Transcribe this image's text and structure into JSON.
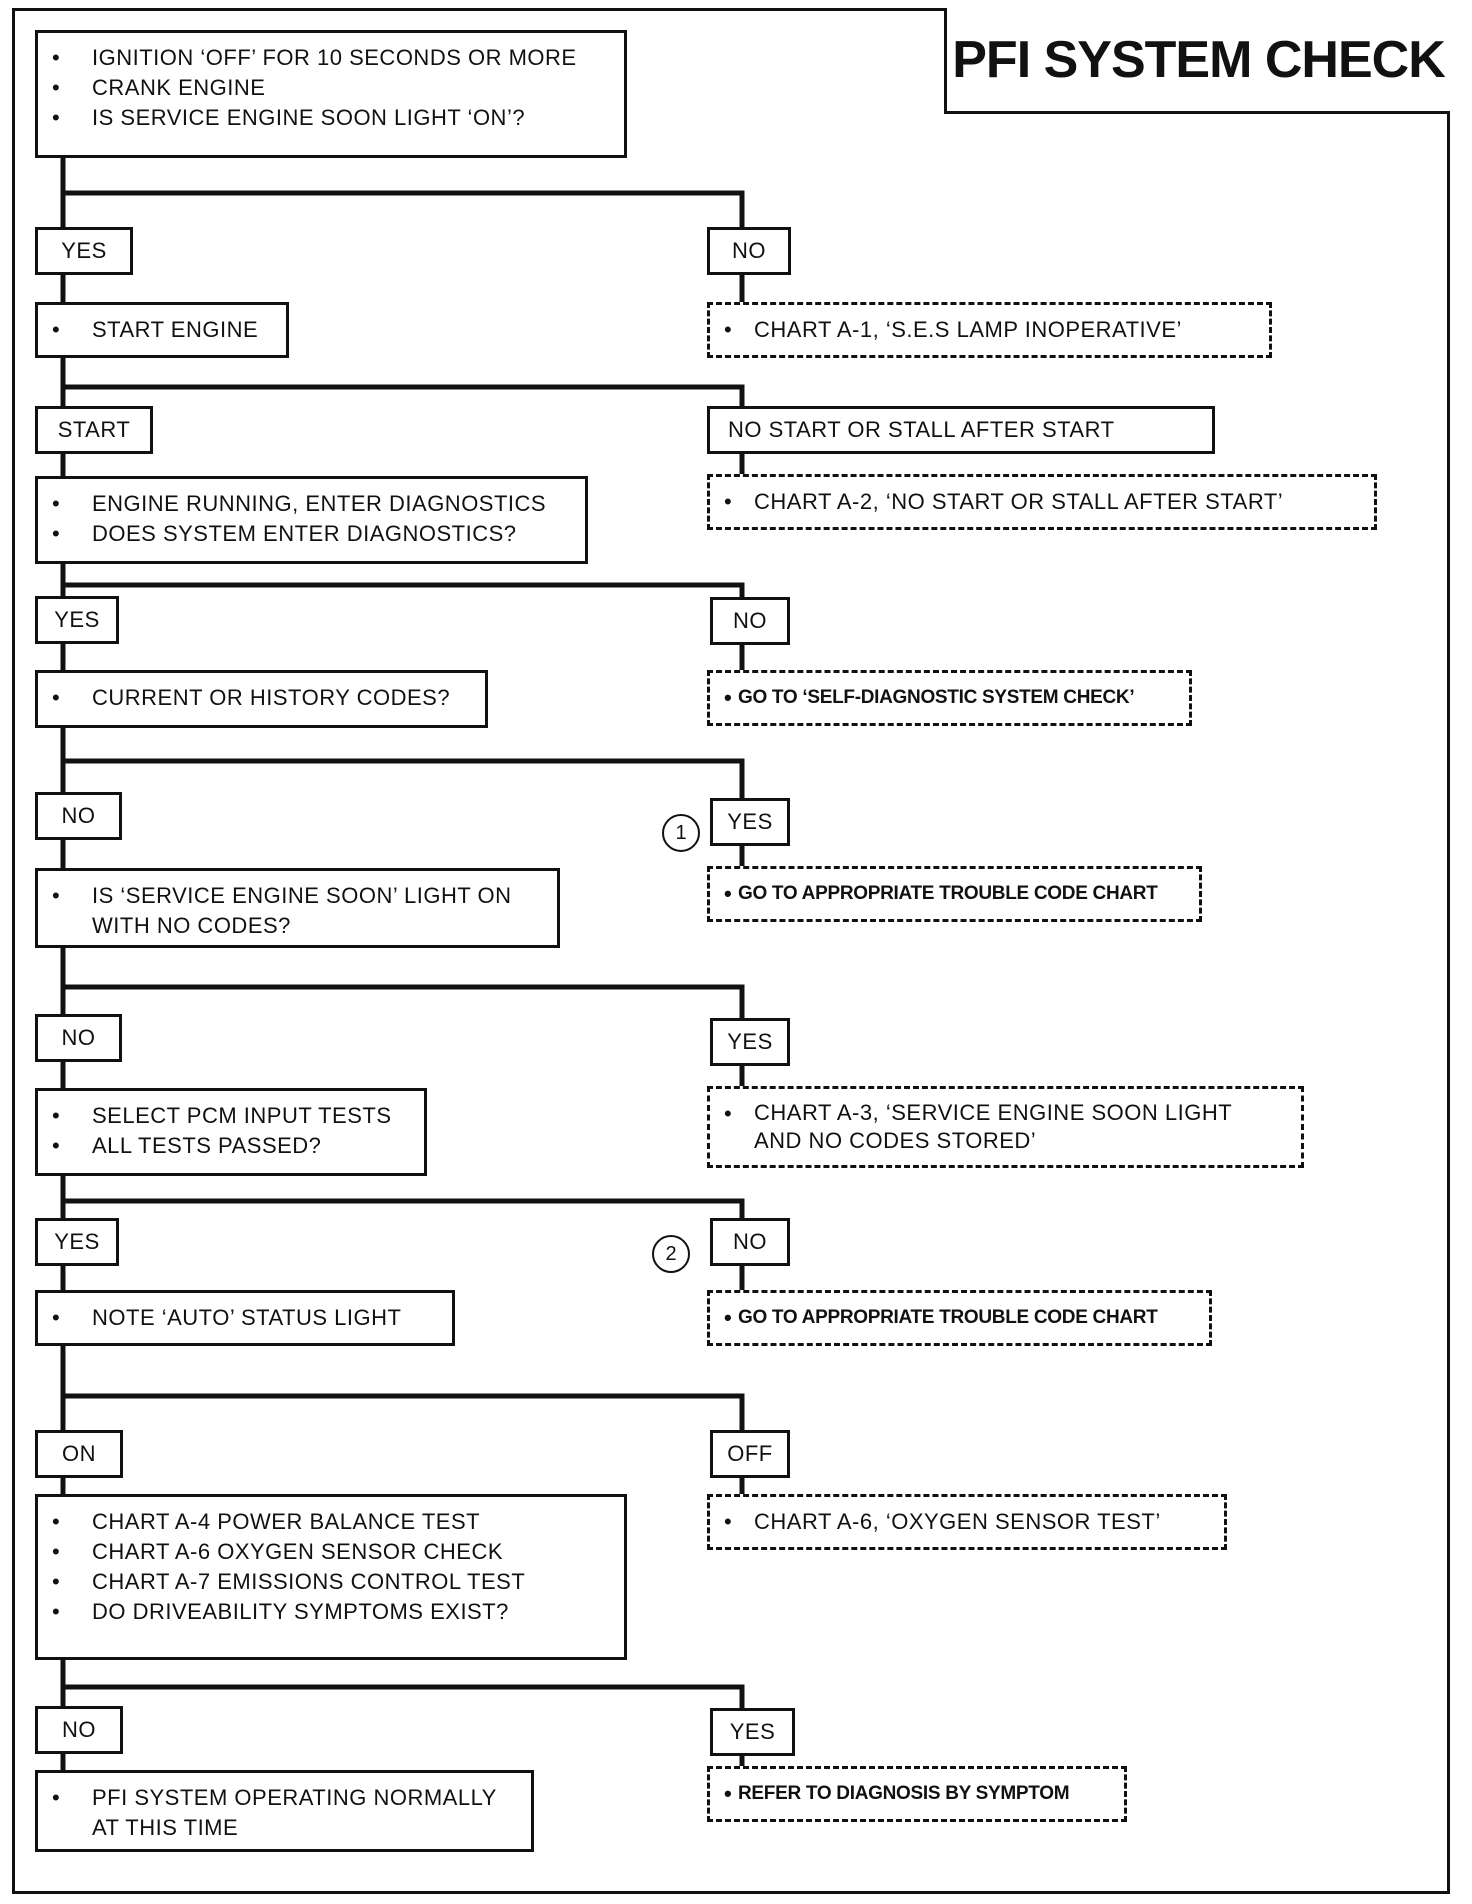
{
  "title": "PFI SYSTEM CHECK",
  "bullet": "•",
  "steps": [
    {
      "lines": [
        "IGNITION ‘OFF’ FOR 10 SECONDS OR MORE",
        "CRANK ENGINE",
        "IS SERVICE ENGINE SOON LIGHT ‘ON’?"
      ]
    },
    {
      "lines": [
        "START ENGINE"
      ]
    },
    {
      "lines": [
        "ENGINE RUNNING, ENTER DIAGNOSTICS",
        "DOES SYSTEM ENTER DIAGNOSTICS?"
      ]
    },
    {
      "lines": [
        "CURRENT OR HISTORY CODES?"
      ]
    },
    {
      "lines": [
        "IS ‘SERVICE ENGINE SOON’ LIGHT ON\nWITH NO CODES?"
      ]
    },
    {
      "lines": [
        "SELECT PCM INPUT TESTS",
        "ALL TESTS PASSED?"
      ]
    },
    {
      "lines": [
        "NOTE ‘AUTO’ STATUS LIGHT"
      ]
    },
    {
      "lines": [
        "CHART A-4 POWER BALANCE TEST",
        "CHART A-6 OXYGEN SENSOR CHECK",
        "CHART A-7 EMISSIONS CONTROL TEST",
        "DO DRIVEABILITY SYMPTOMS EXIST?"
      ]
    },
    {
      "lines": [
        "PFI SYSTEM OPERATING NORMALLY\nAT THIS TIME"
      ]
    }
  ],
  "left_labels": [
    "YES",
    "START",
    "YES",
    "NO",
    "NO",
    "YES",
    "ON",
    "NO"
  ],
  "right_labels": [
    "NO",
    "NO START OR STALL AFTER START",
    "NO",
    "YES",
    "YES",
    "NO",
    "OFF",
    "YES"
  ],
  "results": [
    "CHART A-1, ‘S.E.S LAMP INOPERATIVE’",
    "CHART A-2, ‘NO START OR STALL AFTER START’",
    "GO TO ‘SELF-DIAGNOSTIC SYSTEM CHECK’",
    "GO TO APPROPRIATE TROUBLE CODE CHART",
    "CHART A-3, ‘SERVICE ENGINE SOON LIGHT\nAND NO CODES STORED’",
    "GO TO APPROPRIATE TROUBLE CODE CHART",
    "CHART A-6, ‘OXYGEN SENSOR TEST’",
    "REFER TO DIAGNOSIS BY SYMPTOM"
  ],
  "markers": [
    "1",
    "2"
  ]
}
